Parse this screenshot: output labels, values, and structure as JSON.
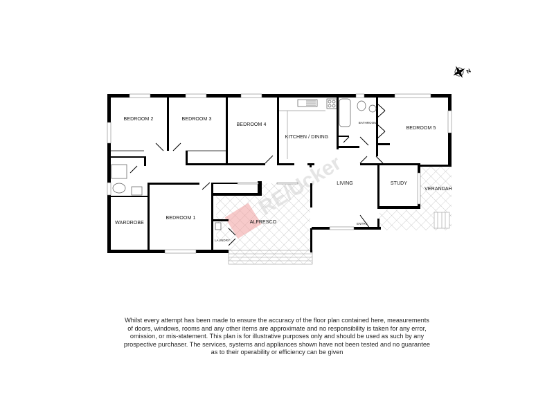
{
  "floor_plan": {
    "rooms": [
      {
        "id": "bedroom2",
        "label": "BEDROOM 2"
      },
      {
        "id": "bedroom3",
        "label": "BEDROOM 3"
      },
      {
        "id": "bedroom4",
        "label": "BEDROOM 4"
      },
      {
        "id": "kitchen",
        "label": "KITCHEN / DINING"
      },
      {
        "id": "bathroom",
        "label": "BATHROOM"
      },
      {
        "id": "bedroom5",
        "label": "BEDROOM 5"
      },
      {
        "id": "living",
        "label": "LIVING"
      },
      {
        "id": "study",
        "label": "STUDY"
      },
      {
        "id": "verandah",
        "label": "VERANDAH"
      },
      {
        "id": "wardrobe",
        "label": "WARDROBE"
      },
      {
        "id": "bedroom1",
        "label": "BEDROOM 1"
      },
      {
        "id": "alfresco",
        "label": "ALFRESCO"
      },
      {
        "id": "laundry",
        "label": "LAUNDRY"
      },
      {
        "id": "entry",
        "label": "ENTRY"
      }
    ],
    "compass": {
      "icon": "compass-rose-icon",
      "north_label": "N"
    },
    "watermark": {
      "text": "RE/Ucker"
    },
    "colors": {
      "wall": "#000000",
      "hatch": "#bdbdbd",
      "watermark_red": "#e8595a",
      "watermark_grey": "#d6d6d6"
    }
  },
  "disclaimer": {
    "lines": [
      "Whilst every attempt has been made to ensure the accuracy of the floor plan contained here, measurements",
      "of doors, windows, rooms and any other items are approximate and no responsibility is taken for any error,",
      "omission, or mis-statement. This plan is for illustrative purposes only and should be used as such by any",
      "prospective purchaser. The services, systems and appliances shown have not been tested and no guarantee",
      "as to their operability or efficiency can be given"
    ]
  }
}
